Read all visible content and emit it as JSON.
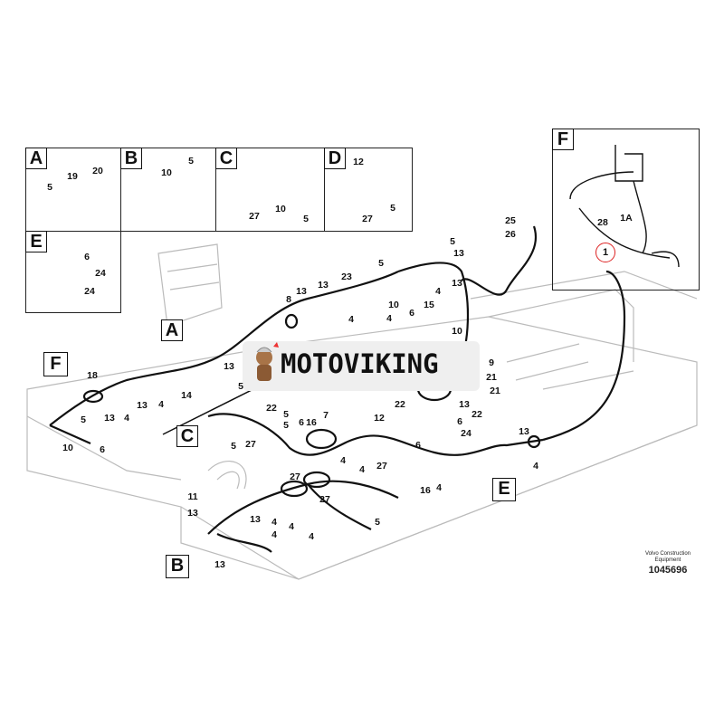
{
  "insets": {
    "A": {
      "tag": "A",
      "callouts": [
        "5",
        "19",
        "20"
      ]
    },
    "B": {
      "tag": "B",
      "callouts": [
        "10",
        "5"
      ]
    },
    "C": {
      "tag": "C",
      "callouts": [
        "27",
        "10",
        "5"
      ]
    },
    "D": {
      "tag": "D",
      "callouts": [
        "12",
        "27",
        "5"
      ]
    },
    "E": {
      "tag": "E",
      "callouts": [
        "6",
        "24",
        "24"
      ]
    },
    "F": {
      "tag": "F",
      "callouts": [
        "28",
        "1A"
      ],
      "highlighted_callout": "1",
      "highlight_color": "#dd2222"
    }
  },
  "main_tags": [
    "A",
    "F",
    "C",
    "B",
    "E"
  ],
  "main_callouts": [
    "8",
    "13",
    "13",
    "23",
    "5",
    "5",
    "13",
    "13",
    "4",
    "4",
    "10",
    "6",
    "15",
    "4",
    "10",
    "25",
    "26",
    "18",
    "13",
    "4",
    "13",
    "4",
    "5",
    "10",
    "6",
    "14",
    "13",
    "5",
    "22",
    "5",
    "27",
    "5",
    "5",
    "6",
    "16",
    "7",
    "12",
    "27",
    "4",
    "4",
    "27",
    "27",
    "11",
    "13",
    "13",
    "4",
    "4",
    "4",
    "4",
    "5",
    "13",
    "9",
    "21",
    "21",
    "22",
    "13",
    "22",
    "6",
    "24",
    "6",
    "16",
    "4",
    "13",
    "4",
    "8"
  ],
  "watermark": {
    "text": "MOTOVIKING"
  },
  "footer": {
    "publisher_line1": "Volvo Construction",
    "publisher_line2": "Equipment",
    "drawing_id": "1045696"
  }
}
